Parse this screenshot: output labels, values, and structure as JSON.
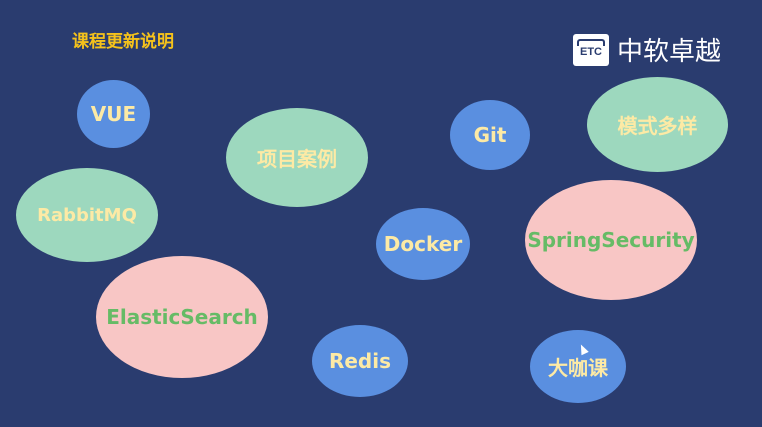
{
  "title": "课程更新说明",
  "logo": {
    "badge": "ETC",
    "name": "中软卓越"
  },
  "bubbles": {
    "vue": "VUE",
    "projects": "项目案例",
    "git": "Git",
    "modes": "模式多样",
    "rabbitmq": "RabbitMQ",
    "docker": "Docker",
    "springsecurity": "SpringSecurity",
    "elasticsearch": "ElasticSearch",
    "redis": "Redis",
    "experts": "大咖课"
  },
  "colors": {
    "background": "#2a3c6f",
    "title": "#f5c21b",
    "blue": "#5a8fe0",
    "green": "#9dd8be",
    "pink": "#f8c6c5"
  }
}
